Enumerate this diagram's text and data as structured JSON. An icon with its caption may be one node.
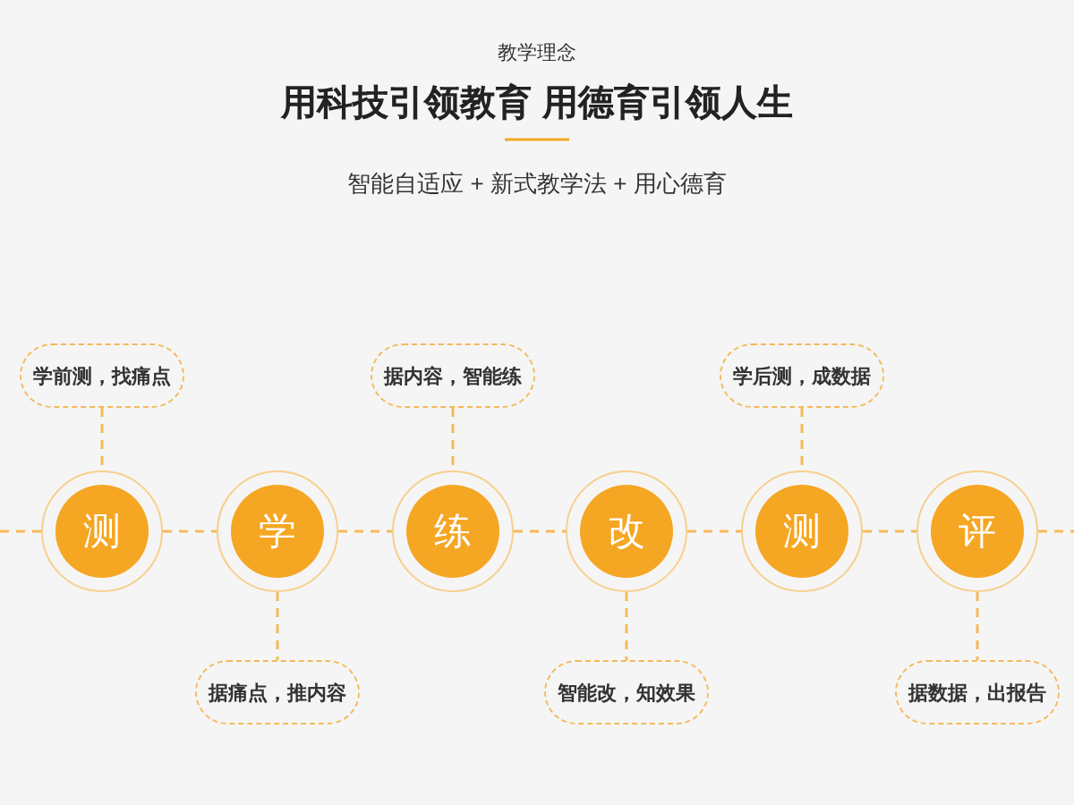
{
  "diagram": {
    "title": "用科技引领教育 用德育引领人生",
    "nodes": [
      {
        "text": [
          "测"
        ]
      },
      {
        "text": [
          "学"
        ]
      },
      {
        "text": [
          "练"
        ]
      },
      {
        "text": [
          "改"
        ]
      },
      {
        "text": [
          "测"
        ]
      },
      {
        "text": [
          "评"
        ]
      },
      {
        "text": [
          "学前测，找痛点"
        ]
      },
      {
        "text": [
          "据痛点，推内容"
        ]
      },
      {
        "text": [
          "据内容，智能练"
        ]
      },
      {
        "text": [
          "智能改，知效果"
        ]
      },
      {
        "text": [
          "学后测，成数据"
        ]
      },
      {
        "text": [
          "据数据，出报告"
        ]
      }
    ],
    "edges": [
      {
        "from": null,
        "to": 0,
        "arrow": "none",
        "style": "dashed"
      },
      {
        "from": 0,
        "to": 1,
        "arrow": "none",
        "style": "dashed"
      },
      {
        "from": 1,
        "to": 2,
        "arrow": "none",
        "style": "dashed"
      },
      {
        "from": 2,
        "to": 3,
        "arrow": "none",
        "style": "dashed"
      },
      {
        "from": 3,
        "to": 4,
        "arrow": "none",
        "style": "dashed"
      },
      {
        "from": 4,
        "to": 5,
        "arrow": "none",
        "style": "dashed"
      },
      {
        "from": 5,
        "to": null,
        "arrow": "none",
        "style": "dashed"
      },
      {
        "from": 6,
        "to": 0,
        "arrow": "none",
        "style": "dashed"
      },
      {
        "from": 1,
        "to": 7,
        "arrow": "none",
        "style": "dashed"
      },
      {
        "from": 8,
        "to": 2,
        "arrow": "none",
        "style": "dashed"
      },
      {
        "from": 3,
        "to": 9,
        "arrow": "none",
        "style": "dashed"
      },
      {
        "from": 10,
        "to": 4,
        "arrow": "none",
        "style": "dashed"
      },
      {
        "from": 5,
        "to": 11,
        "arrow": "none",
        "style": "dashed"
      }
    ],
    "labels": [
      "教学理念",
      "智能自适应 + 新式教学法 + 用心德育"
    ]
  }
}
